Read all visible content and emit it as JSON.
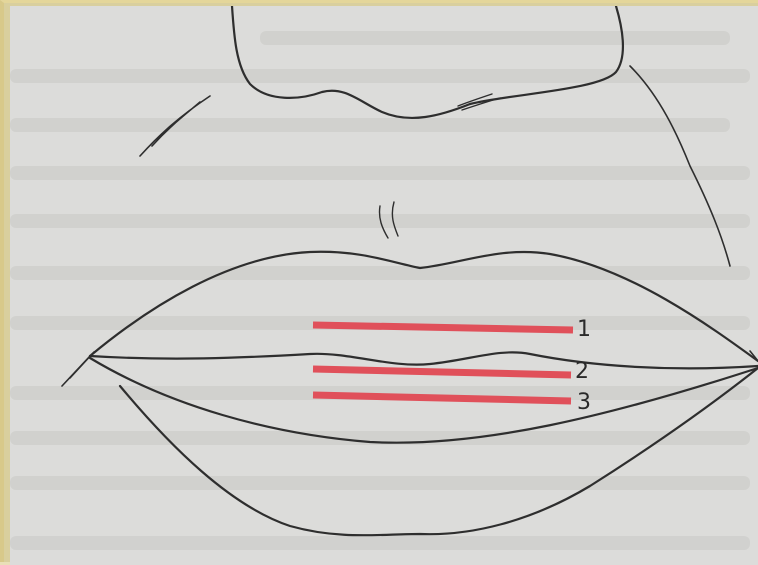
{
  "figure": {
    "labels": [
      "1",
      "2",
      "3"
    ],
    "line_color": "#e0505a",
    "ink_color": "#2e2e2e",
    "paper_color": "#dcdcda",
    "frame_color": "#d9cf9e"
  }
}
